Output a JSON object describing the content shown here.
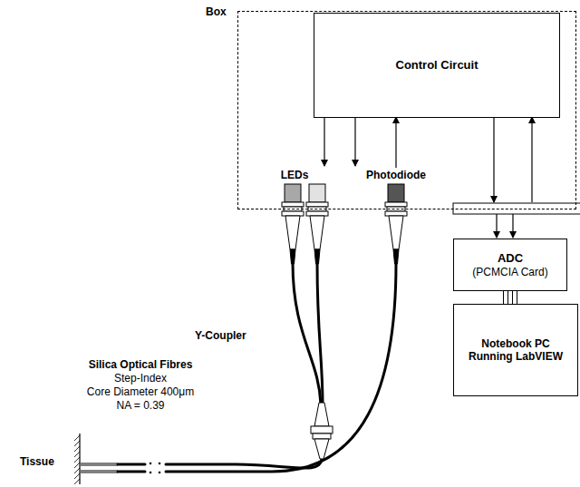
{
  "diagram": {
    "nodes": [
      {
        "text": [
          "Box"
        ]
      },
      {
        "text": [
          "Control Circuit"
        ],
        "in": 0
      },
      {
        "text": [
          "ADC",
          "(PCMCIA Card)"
        ]
      },
      {
        "text": [
          "Notebook PC Running LabVIEW"
        ]
      }
    ],
    "edges": [
      {
        "from": 2,
        "to": 3,
        "arrow": "none"
      }
    ],
    "labels": [
      "LEDs",
      "Photodiode",
      "Y-Coupler",
      "Silica Optical Fibres",
      "Step-Index",
      "Core Diameter 400μm",
      "NA = 0.39",
      "Tissue"
    ]
  }
}
